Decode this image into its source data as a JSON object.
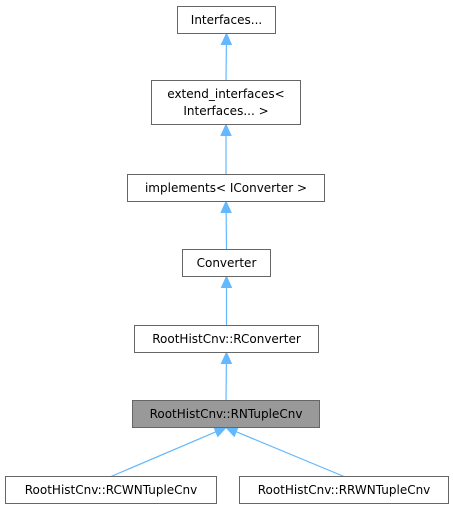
{
  "diagram": {
    "nodes": [
      {
        "id": "interfaces",
        "label": "Interfaces...",
        "highlighted": false
      },
      {
        "id": "extend_interfaces",
        "lines": [
          "extend_interfaces<",
          "Interfaces... >"
        ],
        "highlighted": false
      },
      {
        "id": "implements",
        "label": "implements< IConverter >",
        "highlighted": false
      },
      {
        "id": "converter",
        "label": "Converter",
        "highlighted": false
      },
      {
        "id": "rconverter",
        "label": "RootHistCnv::RConverter",
        "highlighted": false
      },
      {
        "id": "rntuplecnv",
        "label": "RootHistCnv::RNTupleCnv",
        "highlighted": true
      },
      {
        "id": "rcwntuplecnv",
        "label": "RootHistCnv::RCWNTupleCnv",
        "highlighted": false
      },
      {
        "id": "rrwntuplecnv",
        "label": "RootHistCnv::RRWNTupleCnv",
        "highlighted": false
      }
    ],
    "edges": [
      {
        "from": "extend_interfaces",
        "to": "interfaces"
      },
      {
        "from": "implements",
        "to": "extend_interfaces"
      },
      {
        "from": "converter",
        "to": "implements"
      },
      {
        "from": "rconverter",
        "to": "converter"
      },
      {
        "from": "rntuplecnv",
        "to": "rconverter"
      },
      {
        "from": "rcwntuplecnv",
        "to": "rntuplecnv"
      },
      {
        "from": "rrwntuplecnv",
        "to": "rntuplecnv"
      }
    ],
    "colors": {
      "edge": "#63b8ff",
      "node_border": "#666666",
      "node_fill": "#ffffff",
      "highlight_fill": "#999999"
    }
  }
}
